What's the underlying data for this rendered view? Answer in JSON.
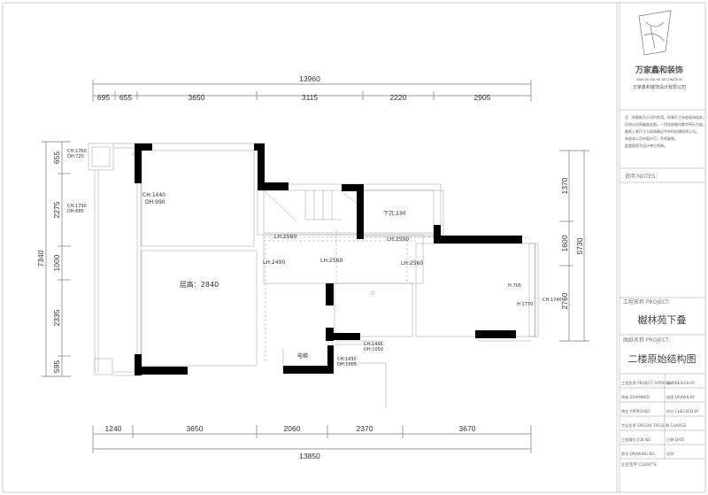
{
  "dimensions": {
    "top_total": "13960",
    "top": [
      "695",
      "655",
      "3650",
      "3115",
      "2220",
      "2905"
    ],
    "bottom_total": "13850",
    "bottom": [
      "1240",
      "3650",
      "2060",
      "2370",
      "3670"
    ],
    "left_total": "7340",
    "left": [
      "655",
      "2275",
      "1000",
      "2335",
      "595"
    ],
    "right_total": "5730",
    "right": [
      "1370",
      "1600",
      "2760"
    ]
  },
  "plan_labels": {
    "ch1760": "CH:1760",
    "dh720": "DH:720",
    "ch1790": "CH:1790",
    "dh685": "DH:685",
    "ch1440": "CH:1440",
    "dh990": "DH:990",
    "storey_height": "层高：2840",
    "lh2560a": "LH:2560",
    "lh2490": "LH:2490",
    "lh2560b": "LH:2560",
    "lh2590": "LH:2590",
    "lh2560c": "LH:2560",
    "drop_230": "下沉:230",
    "h705": "H:705",
    "h1770": "H:1770",
    "ch1740": "CH:1740",
    "ch1435": "CH:1435",
    "dh1050a": "DH:1050",
    "ch1430": "CH:1430",
    "dh1005": "DH:1005",
    "elevator": "电梯"
  },
  "title_block": {
    "company_cn": "万家鑫和装饰",
    "company_en": "WAN JIA XIN HE DECORATION",
    "company_full": "万家鑫和装饰设计有限公司",
    "notes_text": [
      "注：本图纸为公司内专用。所有尺寸未经现场核实，",
      "切勿以比例量度此图。一切应依图内数字所示为准。",
      "图纸上各尺寸与现场情况不符时应通知本公司。",
      "未经本公司书面许可，不得复制。",
      "此图版权为设计单位所有。"
    ],
    "notes_label": "说明  NOTES:",
    "project_label": "工程名称 PROJECT:",
    "project_name": "樾林苑下叠",
    "drawing_label": "图纸名称 PROJECT:",
    "drawing_name": "二楼原始结构图",
    "rows": [
      [
        "工程负责 PROJECT APPROVER",
        "设计 DESIGN BY"
      ],
      [
        "审核 EXAMINED",
        "绘图 DRAWN BY"
      ],
      [
        "审定 APPROVED",
        "校对 CHECKED BY"
      ],
      [
        "专业负责 SPECIAL FIELD IN CHARGE",
        ""
      ],
      [
        "工程编号 JOB NO.",
        "日期 DATE"
      ],
      [
        "图号 DRAWING NO.",
        "比例"
      ]
    ],
    "client_label": "业主签字 CLIENT'S"
  }
}
